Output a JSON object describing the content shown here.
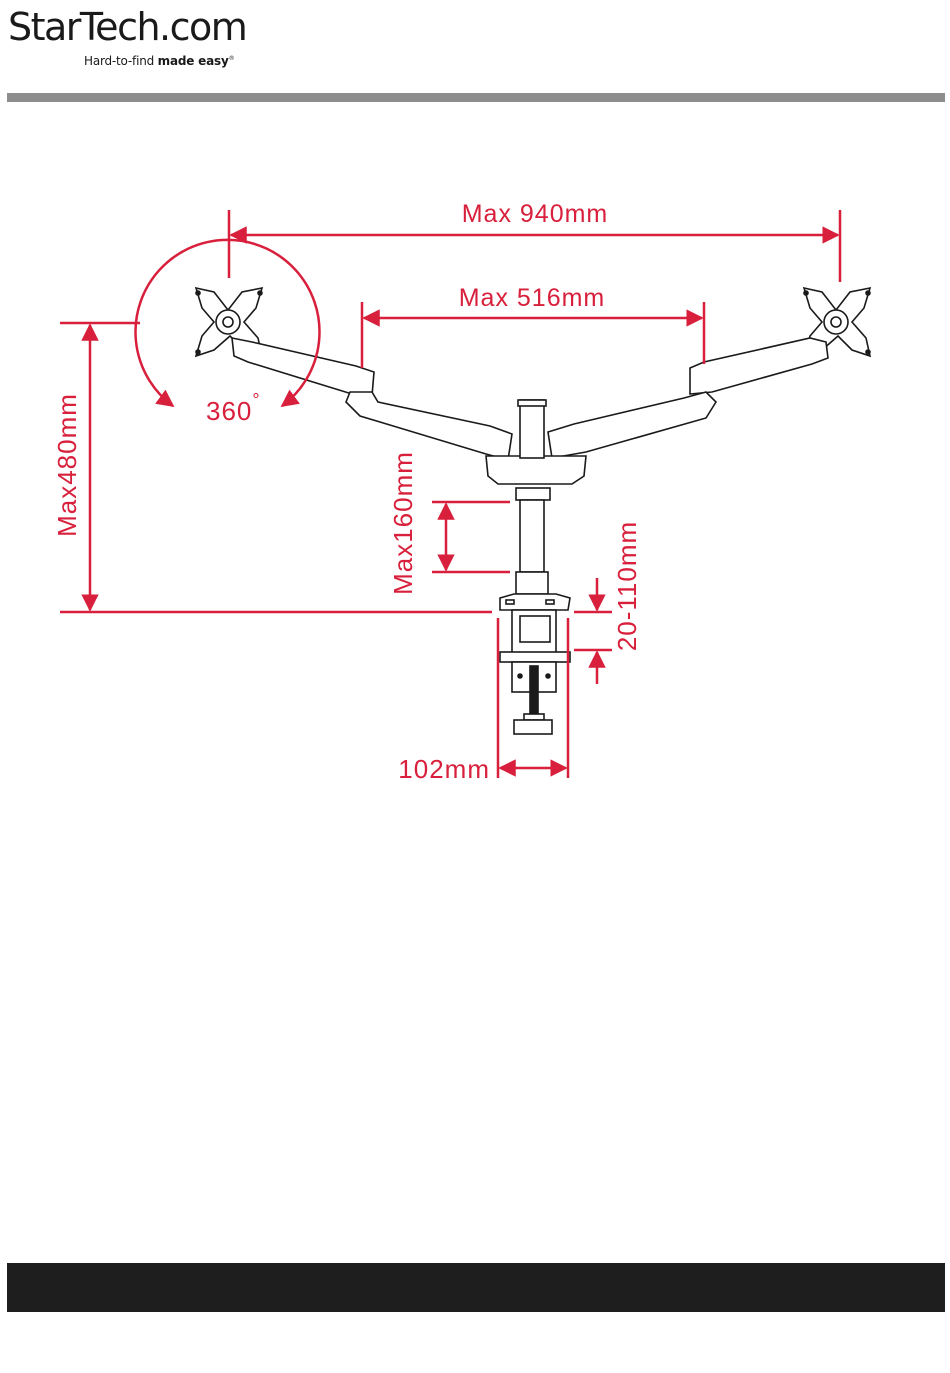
{
  "brand": {
    "name_part1": "StarTech",
    "name_part2": ".com",
    "tagline_plain": "Hard-to-find ",
    "tagline_bold": "made easy",
    "tagline_mark": "®"
  },
  "colors": {
    "dimension_red": "#d81f3b",
    "header_rule": "#8d8d8d",
    "footer_bar": "#1e1e1e"
  },
  "dimensions": {
    "max_span": "Max 940mm",
    "arm_span": "Max 516mm",
    "rotation": "360",
    "rotation_unit": "°",
    "max_height": "Max480mm",
    "height_adjust": "Max160mm",
    "clamp_range": "20-110mm",
    "base_width": "102mm"
  }
}
